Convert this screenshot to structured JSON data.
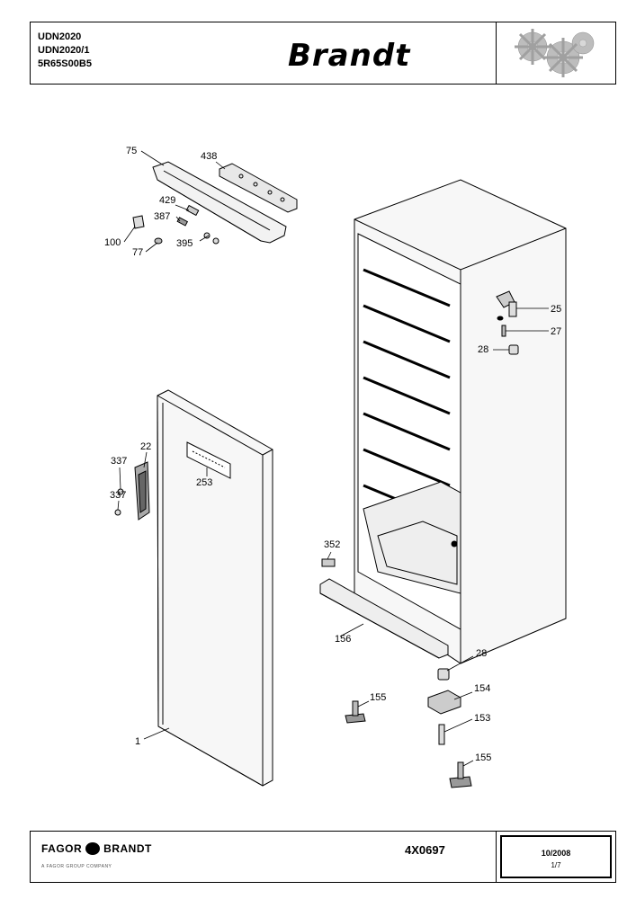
{
  "header": {
    "models": [
      "UDN2020",
      "UDN2020/1",
      "5R65S00B5"
    ],
    "brand": "Brandt"
  },
  "callouts": [
    {
      "id": "75",
      "text": "75"
    },
    {
      "id": "438",
      "text": "438"
    },
    {
      "id": "429",
      "text": "429"
    },
    {
      "id": "387",
      "text": "387"
    },
    {
      "id": "100",
      "text": "100"
    },
    {
      "id": "395",
      "text": "395"
    },
    {
      "id": "77",
      "text": "77"
    },
    {
      "id": "25",
      "text": "25"
    },
    {
      "id": "27",
      "text": "27"
    },
    {
      "id": "28a",
      "text": "28"
    },
    {
      "id": "22",
      "text": "22"
    },
    {
      "id": "337a",
      "text": "337"
    },
    {
      "id": "337b",
      "text": "337"
    },
    {
      "id": "253",
      "text": "253"
    },
    {
      "id": "352",
      "text": "352"
    },
    {
      "id": "156",
      "text": "156"
    },
    {
      "id": "28b",
      "text": "28"
    },
    {
      "id": "154",
      "text": "154"
    },
    {
      "id": "155a",
      "text": "155"
    },
    {
      "id": "153",
      "text": "153"
    },
    {
      "id": "155b",
      "text": "155"
    },
    {
      "id": "1",
      "text": "1"
    }
  ],
  "footer": {
    "logo_left": "FAGOR",
    "logo_right": "BRANDT",
    "subline": "A FAGOR GROUP COMPANY",
    "document_code": "4X0697",
    "date": "10/2008",
    "page": "1/7"
  }
}
